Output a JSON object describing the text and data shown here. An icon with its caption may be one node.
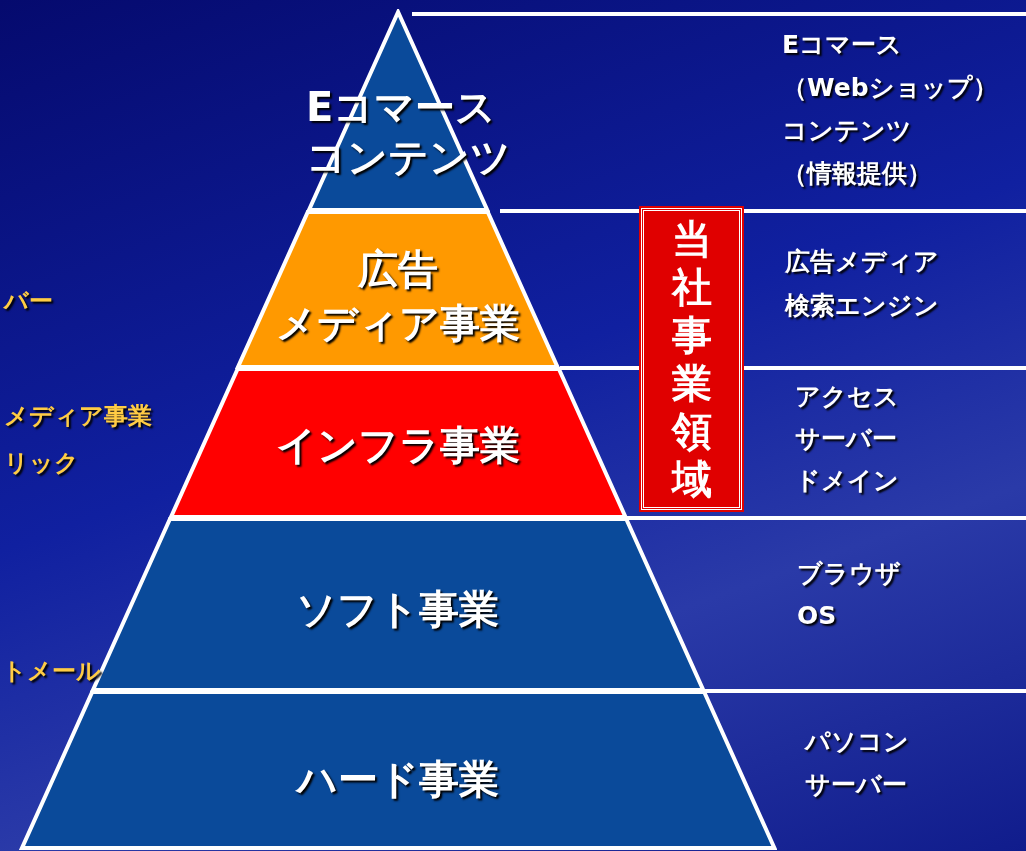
{
  "diagram": {
    "nodes": [
      {
        "text": [
          "Eコマース",
          "コンテンツ"
        ],
        "beside": [
          "Eコマース",
          "（Webショップ）",
          "コンテンツ",
          "（情報提供）"
        ]
      },
      {
        "text": [
          "広告",
          "メディア事業"
        ],
        "beside": [
          "広告メディア",
          "検索エンジン"
        ]
      },
      {
        "text": [
          "インフラ事業"
        ],
        "beside": [
          "アクセス",
          "サーバー",
          "ドメイン"
        ]
      },
      {
        "text": [
          "ソフト事業"
        ],
        "beside": [
          "ブラウザ",
          "OS"
        ]
      },
      {
        "text": [
          "ハード事業"
        ],
        "beside": [
          "パソコン",
          "サーバー"
        ]
      },
      {
        "text": [
          "当社事業領域"
        ]
      }
    ],
    "labels": [
      "バー",
      "メディア事業",
      "リック",
      "トメール"
    ]
  }
}
